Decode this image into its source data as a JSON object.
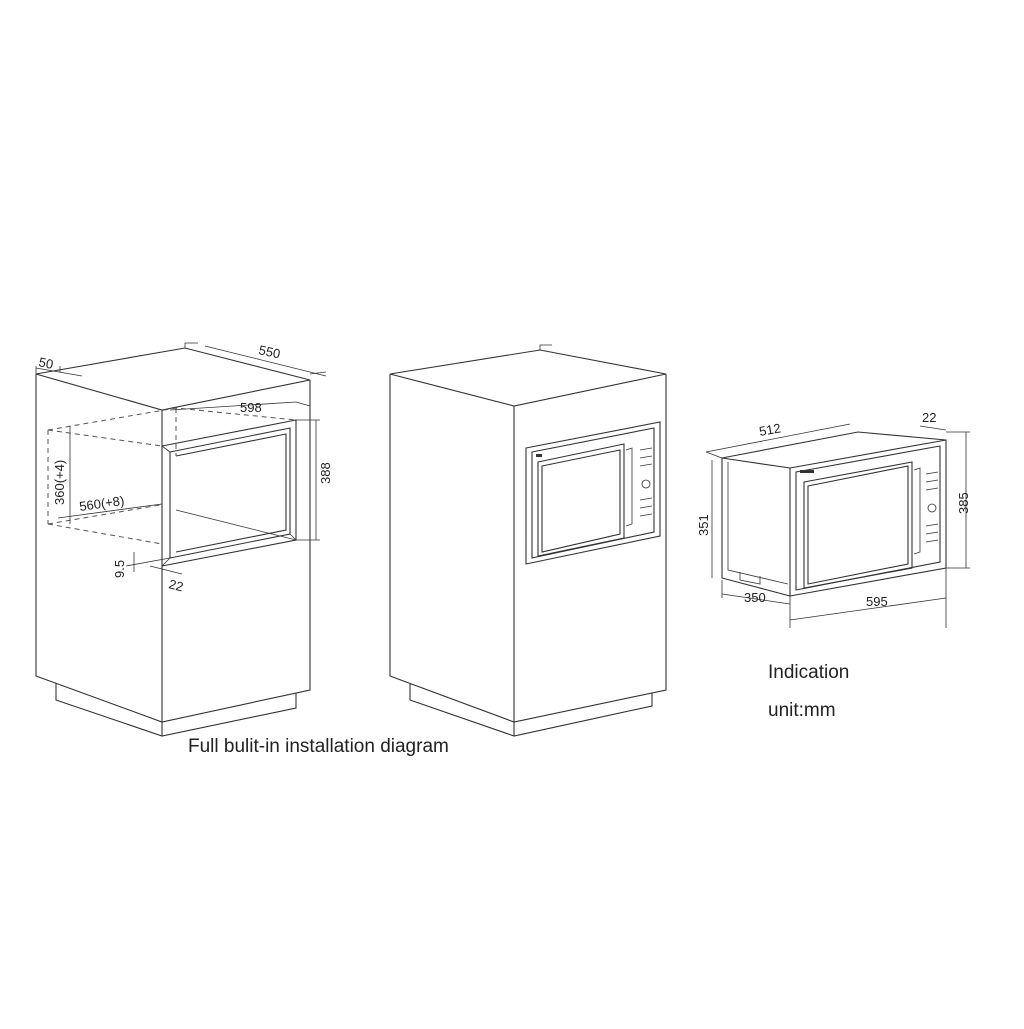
{
  "cabinet_with_opening": {
    "dims": {
      "side_offset": "50",
      "depth": "550",
      "opening_width": "598",
      "opening_height": "388",
      "niche_height": "360(+4)",
      "niche_width": "560(+8)",
      "bottom_gap": "9.5",
      "frame_overlap": "22"
    }
  },
  "caption_left": "Full bulit-in installation diagram",
  "oven_unit": {
    "dims": {
      "depth_top": "512",
      "frame_thickness": "22",
      "front_height": "385",
      "body_height": "351",
      "bottom_depth": "350",
      "front_width": "595"
    }
  },
  "indication": "Indication",
  "unit": "unit:mm"
}
